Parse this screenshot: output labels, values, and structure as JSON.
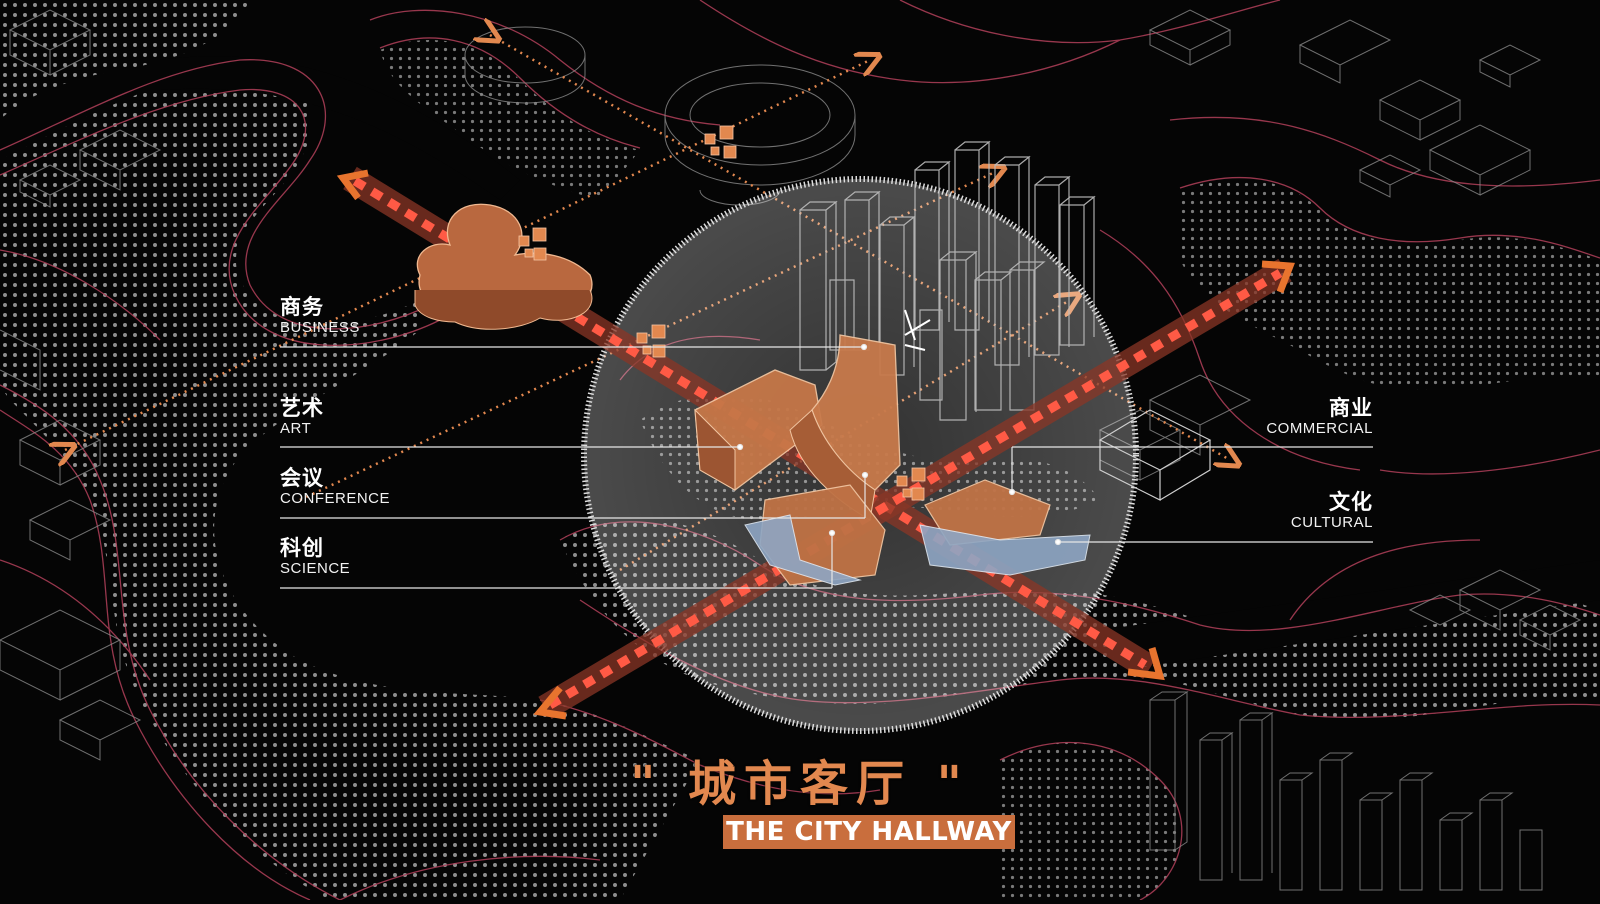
{
  "labels_left": [
    {
      "zh": "商务",
      "en": "BUSINESS"
    },
    {
      "zh": "艺术",
      "en": "ART"
    },
    {
      "zh": "会议",
      "en": "CONFERENCE"
    },
    {
      "zh": "科创",
      "en": "SCIENCE"
    }
  ],
  "labels_right": [
    {
      "zh": "商业",
      "en": "COMMERCIAL"
    },
    {
      "zh": "文化",
      "en": "CULTURAL"
    }
  ],
  "title": {
    "zh": "\" 城市客厅 \"",
    "en": "THE CITY HALLWAY"
  },
  "colors": {
    "background": "#050505",
    "water_dots": "#9a9a9a",
    "contour": "#b2405a",
    "building_outline": "#8c8c8c",
    "accent_orange": "#e2884f",
    "arrow_red": "#e8573f",
    "building_fill": "#c9784a",
    "glass_blue": "#8ea6c4"
  }
}
